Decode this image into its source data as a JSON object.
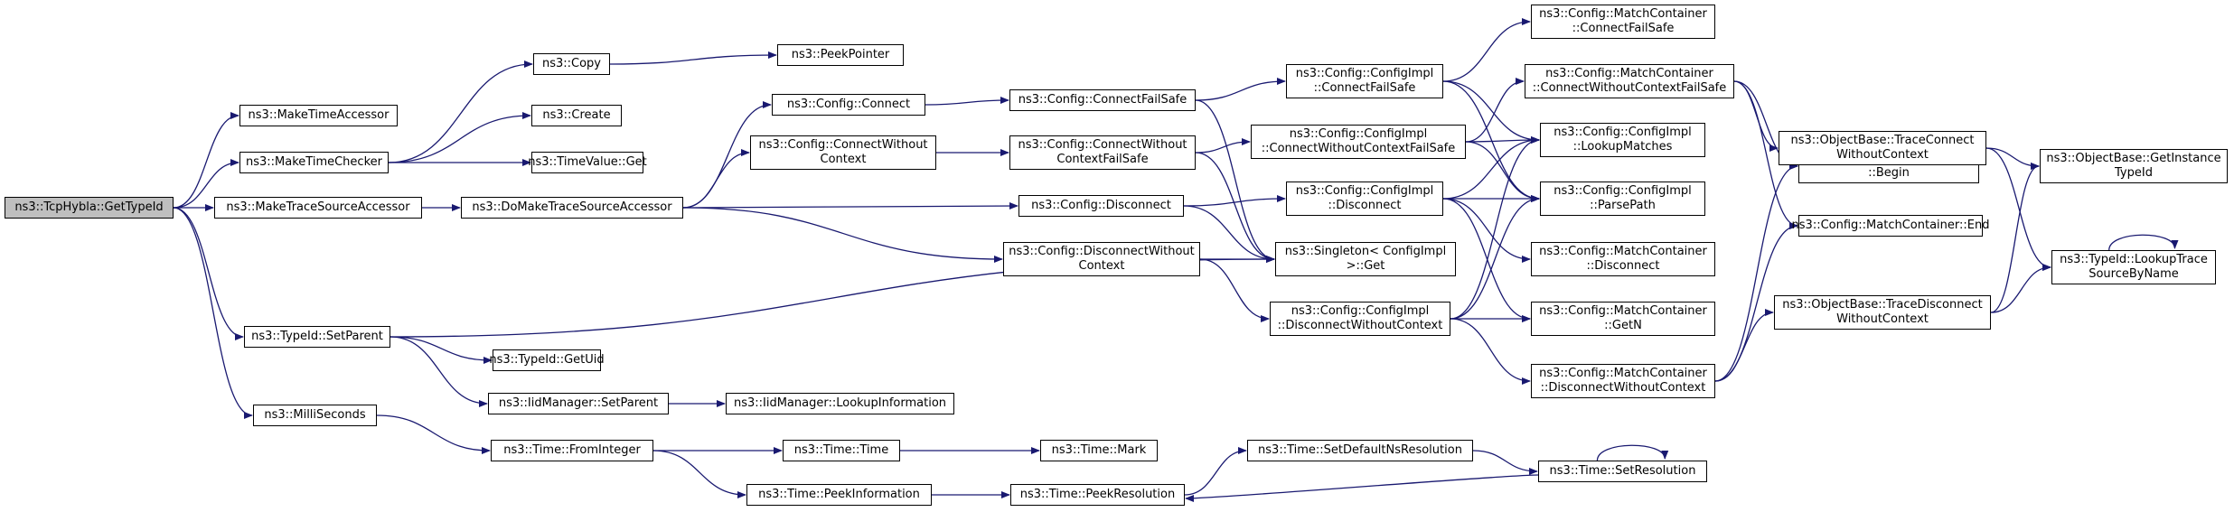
{
  "colors": {
    "edge": "#191970",
    "border": "#000000",
    "root_fill": "#bfbfbf",
    "node_fill": "#ffffff"
  },
  "nodes": [
    {
      "id": "root",
      "lines": [
        "ns3::TcpHybla::GetTypeId"
      ],
      "root": true
    },
    {
      "id": "mta",
      "lines": [
        "ns3::MakeTimeAccessor"
      ]
    },
    {
      "id": "mtc",
      "lines": [
        "ns3::MakeTimeChecker"
      ]
    },
    {
      "id": "mtsa",
      "lines": [
        "ns3::MakeTraceSourceAccessor"
      ]
    },
    {
      "id": "tsp",
      "lines": [
        "ns3::TypeId::SetParent"
      ]
    },
    {
      "id": "ms",
      "lines": [
        "ns3::MilliSeconds"
      ]
    },
    {
      "id": "copy",
      "lines": [
        "ns3::Copy"
      ]
    },
    {
      "id": "create",
      "lines": [
        "ns3::Create"
      ]
    },
    {
      "id": "tvget",
      "lines": [
        "ns3::TimeValue::Get"
      ]
    },
    {
      "id": "peekptr",
      "lines": [
        "ns3::PeekPointer"
      ]
    },
    {
      "id": "dmtsa",
      "lines": [
        "ns3::DoMakeTraceSourceAccessor"
      ]
    },
    {
      "id": "cconnect",
      "lines": [
        "ns3::Config::Connect"
      ]
    },
    {
      "id": "ccwc",
      "lines": [
        "ns3::Config::ConnectWithout",
        "Context"
      ]
    },
    {
      "id": "cdisc",
      "lines": [
        "ns3::Config::Disconnect"
      ]
    },
    {
      "id": "cdwc",
      "lines": [
        "ns3::Config::DisconnectWithout",
        "Context"
      ]
    },
    {
      "id": "ccfs",
      "lines": [
        "ns3::Config::ConnectFailSafe"
      ]
    },
    {
      "id": "ccwcfs",
      "lines": [
        "ns3::Config::ConnectWithout",
        "ContextFailSafe"
      ]
    },
    {
      "id": "cicfs",
      "lines": [
        "ns3::Config::ConfigImpl",
        "::ConnectFailSafe"
      ]
    },
    {
      "id": "cicwcfs",
      "lines": [
        "ns3::Config::ConfigImpl",
        "::ConnectWithoutContextFailSafe"
      ]
    },
    {
      "id": "cidisc",
      "lines": [
        "ns3::Config::ConfigImpl",
        "::Disconnect"
      ]
    },
    {
      "id": "singleton",
      "lines": [
        "ns3::Singleton< ConfigImpl",
        " >::Get"
      ]
    },
    {
      "id": "cidwc",
      "lines": [
        "ns3::Config::ConfigImpl",
        "::DisconnectWithoutContext"
      ]
    },
    {
      "id": "mccfs",
      "lines": [
        "ns3::Config::MatchContainer",
        "::ConnectFailSafe"
      ]
    },
    {
      "id": "mccwcfs",
      "lines": [
        "ns3::Config::MatchContainer",
        "::ConnectWithoutContextFailSafe"
      ]
    },
    {
      "id": "cilm",
      "lines": [
        "ns3::Config::ConfigImpl",
        "::LookupMatches"
      ]
    },
    {
      "id": "cipp",
      "lines": [
        "ns3::Config::ConfigImpl",
        "::ParsePath"
      ]
    },
    {
      "id": "mcdisc",
      "lines": [
        "ns3::Config::MatchContainer",
        "::Disconnect"
      ]
    },
    {
      "id": "mcgetn",
      "lines": [
        "ns3::Config::MatchContainer",
        "::GetN"
      ]
    },
    {
      "id": "mcdwc",
      "lines": [
        "ns3::Config::MatchContainer",
        "::DisconnectWithoutContext"
      ]
    },
    {
      "id": "mcbegin",
      "lines": [
        "ns3::Config::MatchContainer",
        "::Begin"
      ]
    },
    {
      "id": "mcend",
      "lines": [
        "ns3::Config::MatchContainer::End"
      ]
    },
    {
      "id": "obtcwc",
      "lines": [
        "ns3::ObjectBase::TraceConnect",
        "WithoutContext"
      ]
    },
    {
      "id": "obtdwc",
      "lines": [
        "ns3::ObjectBase::TraceDisconnect",
        "WithoutContext"
      ]
    },
    {
      "id": "obgit",
      "lines": [
        "ns3::ObjectBase::GetInstance",
        "TypeId"
      ]
    },
    {
      "id": "tidlts",
      "lines": [
        "ns3::TypeId::LookupTrace",
        "SourceByName"
      ]
    },
    {
      "id": "tidgetuid",
      "lines": [
        "ns3::TypeId::GetUid"
      ]
    },
    {
      "id": "iidsetparent",
      "lines": [
        "ns3::IidManager::SetParent"
      ]
    },
    {
      "id": "iidlookup",
      "lines": [
        "ns3::IidManager::LookupInformation"
      ]
    },
    {
      "id": "tfromint",
      "lines": [
        "ns3::Time::FromInteger"
      ]
    },
    {
      "id": "ttime",
      "lines": [
        "ns3::Time::Time"
      ]
    },
    {
      "id": "tmark",
      "lines": [
        "ns3::Time::Mark"
      ]
    },
    {
      "id": "tpeekinfo",
      "lines": [
        "ns3::Time::PeekInformation"
      ]
    },
    {
      "id": "tpeekres",
      "lines": [
        "ns3::Time::PeekResolution"
      ]
    },
    {
      "id": "tsetdef",
      "lines": [
        "ns3::Time::SetDefaultNsResolution"
      ]
    },
    {
      "id": "tsetres",
      "lines": [
        "ns3::Time::SetResolution"
      ]
    }
  ],
  "edges": [
    [
      "root",
      "mta"
    ],
    [
      "root",
      "mtc"
    ],
    [
      "root",
      "mtsa"
    ],
    [
      "root",
      "tsp"
    ],
    [
      "root",
      "ms"
    ],
    [
      "mtc",
      "copy"
    ],
    [
      "mtc",
      "create"
    ],
    [
      "mtc",
      "tvget"
    ],
    [
      "copy",
      "peekptr"
    ],
    [
      "mtsa",
      "dmtsa"
    ],
    [
      "dmtsa",
      "cconnect"
    ],
    [
      "dmtsa",
      "ccwc"
    ],
    [
      "dmtsa",
      "cdisc"
    ],
    [
      "dmtsa",
      "cdwc"
    ],
    [
      "cconnect",
      "ccfs"
    ],
    [
      "ccwc",
      "ccwcfs"
    ],
    [
      "ccfs",
      "cicfs"
    ],
    [
      "ccfs",
      "singleton"
    ],
    [
      "ccwcfs",
      "cicwcfs"
    ],
    [
      "ccwcfs",
      "singleton"
    ],
    [
      "cdisc",
      "cidisc"
    ],
    [
      "cdisc",
      "singleton"
    ],
    [
      "cdwc",
      "cidwc"
    ],
    [
      "cdwc",
      "singleton"
    ],
    [
      "cicfs",
      "mccfs"
    ],
    [
      "cicfs",
      "cilm"
    ],
    [
      "cicfs",
      "cipp"
    ],
    [
      "cicwcfs",
      "mccwcfs"
    ],
    [
      "cicwcfs",
      "cilm"
    ],
    [
      "cicwcfs",
      "cipp"
    ],
    [
      "cidisc",
      "cilm"
    ],
    [
      "cidisc",
      "cipp"
    ],
    [
      "cidisc",
      "mcdisc"
    ],
    [
      "cidisc",
      "mcgetn"
    ],
    [
      "cidwc",
      "cilm"
    ],
    [
      "cidwc",
      "cipp"
    ],
    [
      "cidwc",
      "mcgetn"
    ],
    [
      "cidwc",
      "mcdwc"
    ],
    [
      "mccwcfs",
      "mcbegin"
    ],
    [
      "mccwcfs",
      "mcend"
    ],
    [
      "mccwcfs",
      "obtcwc"
    ],
    [
      "mcdwc",
      "mcbegin"
    ],
    [
      "mcdwc",
      "mcend"
    ],
    [
      "mcdwc",
      "obtdwc"
    ],
    [
      "obtcwc",
      "obgit"
    ],
    [
      "obtcwc",
      "tidlts"
    ],
    [
      "obtdwc",
      "obgit"
    ],
    [
      "obtdwc",
      "tidlts"
    ],
    [
      "tidlts",
      "tidlts"
    ],
    [
      "tsp",
      "singleton"
    ],
    [
      "tsp",
      "tidgetuid"
    ],
    [
      "tsp",
      "iidsetparent"
    ],
    [
      "iidsetparent",
      "iidlookup"
    ],
    [
      "ms",
      "tfromint"
    ],
    [
      "tfromint",
      "ttime"
    ],
    [
      "tfromint",
      "tpeekinfo"
    ],
    [
      "ttime",
      "tmark"
    ],
    [
      "tpeekinfo",
      "tpeekres"
    ],
    [
      "tpeekres",
      "tsetdef"
    ],
    [
      "tsetdef",
      "tsetres"
    ],
    [
      "tsetres",
      "tpeekres"
    ],
    [
      "tsetres",
      "tsetres"
    ]
  ]
}
